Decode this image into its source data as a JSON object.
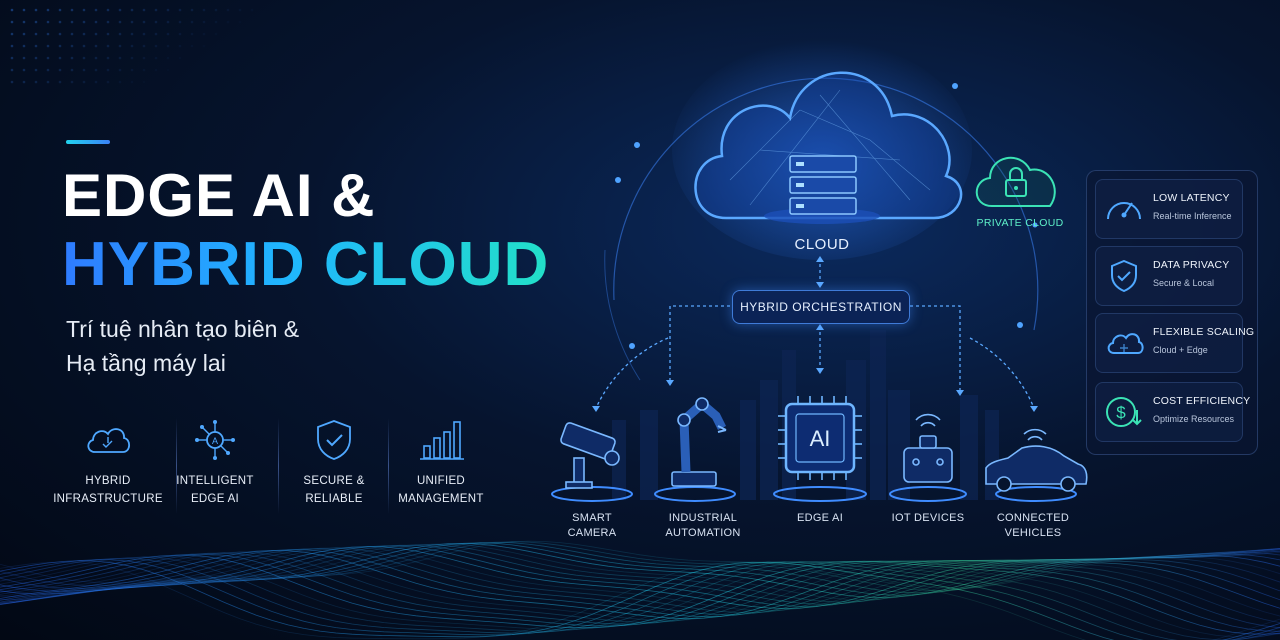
{
  "hero": {
    "title_line1": "EDGE AI &",
    "title_line2": "HYBRID CLOUD",
    "subtitle_line1": "Trí tuệ nhân tạo biên &",
    "subtitle_line2": "Hạ tầng máy lai"
  },
  "features": [
    {
      "icon": "cloud-icon",
      "line1": "HYBRID",
      "line2": "INFRASTRUCTURE"
    },
    {
      "icon": "ai-network-icon",
      "line1": "INTELLIGENT",
      "line2": "EDGE AI"
    },
    {
      "icon": "shield-check-icon",
      "line1": "SECURE &",
      "line2": "RELIABLE"
    },
    {
      "icon": "bar-chart-icon",
      "line1": "UNIFIED",
      "line2": "MANAGEMENT"
    }
  ],
  "diagram": {
    "cloud_label": "CLOUD",
    "private_cloud_label": "PRIVATE CLOUD",
    "orchestration_label": "HYBRID ORCHESTRATION",
    "chip_text": "AI",
    "devices": [
      {
        "icon": "camera-icon",
        "line1": "SMART",
        "line2": "CAMERA"
      },
      {
        "icon": "robot-arm-icon",
        "line1": "INDUSTRIAL",
        "line2": "AUTOMATION"
      },
      {
        "icon": "ai-chip-icon",
        "line1": "EDGE AI",
        "line2": ""
      },
      {
        "icon": "iot-device-icon",
        "line1": "IOT DEVICES",
        "line2": ""
      },
      {
        "icon": "car-icon",
        "line1": "CONNECTED",
        "line2": "VEHICLES"
      }
    ]
  },
  "benefits": [
    {
      "icon": "speedometer-icon",
      "title": "LOW LATENCY",
      "subtitle": "Real-time Inference"
    },
    {
      "icon": "shield-check-icon",
      "title": "DATA PRIVACY",
      "subtitle": "Secure & Local"
    },
    {
      "icon": "cloud-icon",
      "title": "FLEXIBLE SCALING",
      "subtitle": "Cloud + Edge"
    },
    {
      "icon": "dollar-icon",
      "title": "COST EFFICIENCY",
      "subtitle": "Optimize Resources"
    }
  ],
  "colors": {
    "background": "#06142e",
    "accent_blue": "#2f7bff",
    "accent_cyan": "#22d3ee",
    "accent_green": "#22e0c8",
    "private_cloud": "#5ef0c8"
  }
}
